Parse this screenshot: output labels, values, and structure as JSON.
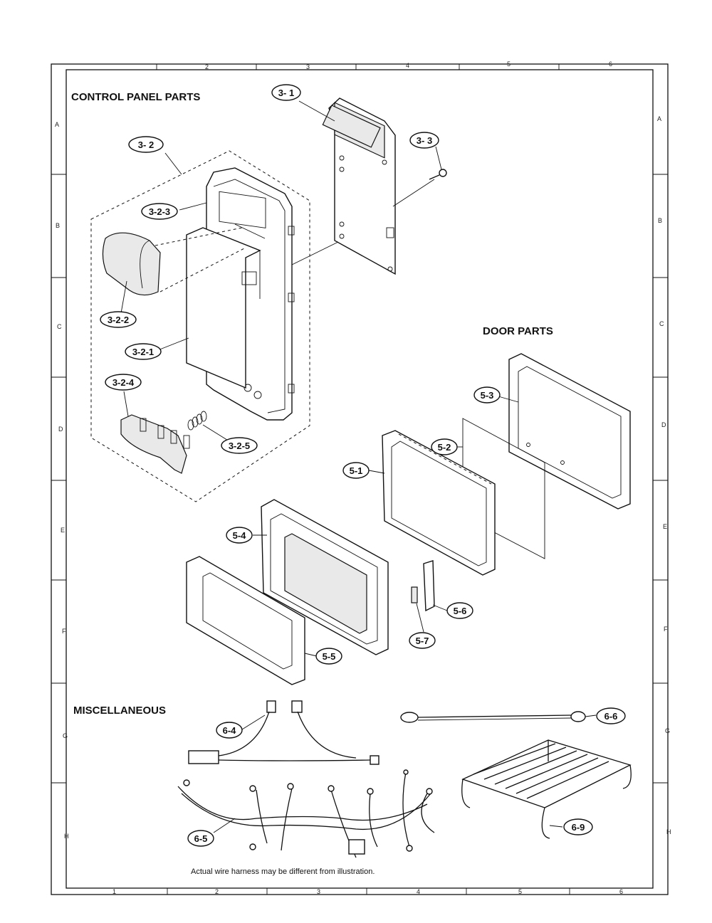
{
  "sections": {
    "control_panel": "CONTROL PANEL PARTS",
    "door": "DOOR PARTS",
    "misc": "MISCELLANEOUS"
  },
  "note": "Actual wire harness may be different from illustration.",
  "grid": {
    "top_cols": [
      "2",
      "3",
      "4",
      "5",
      "6"
    ],
    "bottom_cols": [
      "1",
      "2",
      "3",
      "4",
      "5",
      "6"
    ],
    "rows": [
      "A",
      "B",
      "C",
      "D",
      "E",
      "F",
      "G",
      "H"
    ]
  },
  "callouts": {
    "p3_1": "3- 1",
    "p3_2": "3- 2",
    "p3_3": "3- 3",
    "p3_2_1": "3-2-1",
    "p3_2_2": "3-2-2",
    "p3_2_3": "3-2-3",
    "p3_2_4": "3-2-4",
    "p3_2_5": "3-2-5",
    "p5_1": "5-1",
    "p5_2": "5-2",
    "p5_3": "5-3",
    "p5_4": "5-4",
    "p5_5": "5-5",
    "p5_6": "5-6",
    "p5_7": "5-7",
    "p6_4": "6-4",
    "p6_5": "6-5",
    "p6_6": "6-6",
    "p6_9": "6-9"
  }
}
